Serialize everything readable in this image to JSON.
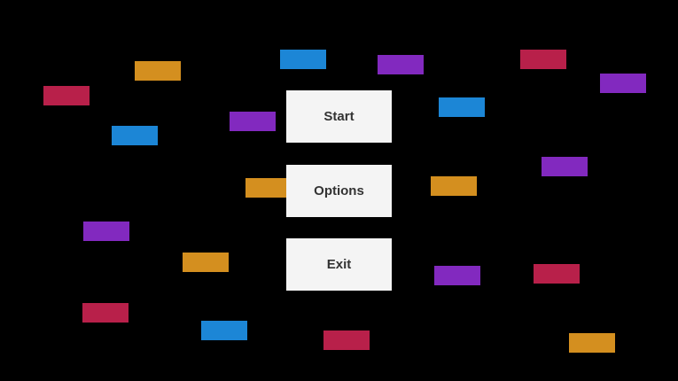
{
  "menu": {
    "start_label": "Start",
    "options_label": "Options",
    "exit_label": "Exit"
  },
  "colors": {
    "background": "#000000",
    "button_bg": "#f4f4f4",
    "button_text": "#333333",
    "block_red": "#b8204a",
    "block_orange": "#d48f1f",
    "block_blue": "#1c86d6",
    "block_purple": "#8229bf"
  }
}
